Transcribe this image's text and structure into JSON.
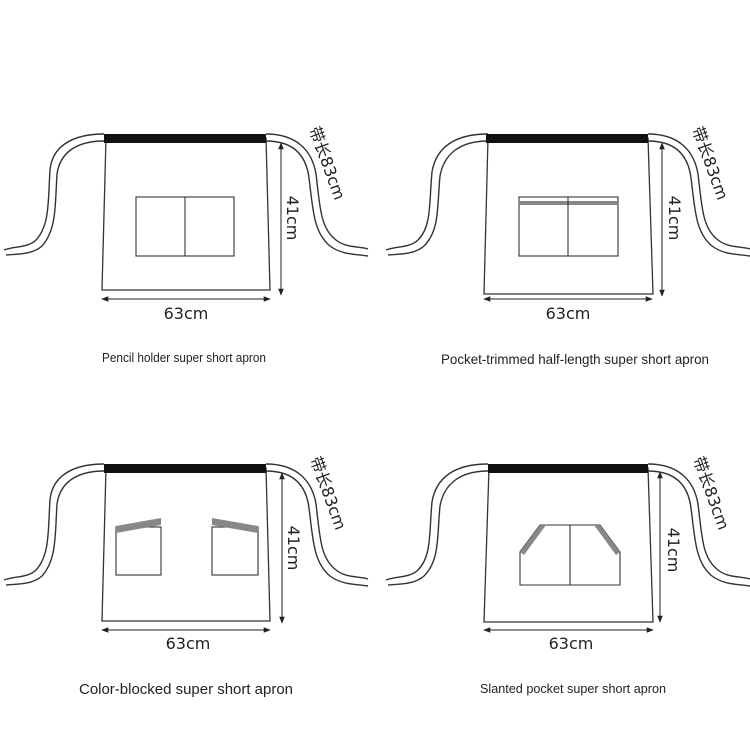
{
  "aprons": [
    {
      "variant": "pencil-holder",
      "caption": "Pencil holder super short apron",
      "width_label": "63cm",
      "height_label": "41cm",
      "strap_label": "带长83cm"
    },
    {
      "variant": "pocket-trimmed",
      "caption": "Pocket-trimmed half-length super short apron",
      "width_label": "63cm",
      "height_label": "41cm",
      "strap_label": "带长83cm"
    },
    {
      "variant": "color-blocked",
      "caption": "Color-blocked super short apron",
      "width_label": "63cm",
      "height_label": "41cm",
      "strap_label": "带长83cm"
    },
    {
      "variant": "slanted-pocket",
      "caption": "Slanted pocket super short apron",
      "width_label": "63cm",
      "height_label": "41cm",
      "strap_label": "带长83cm"
    }
  ],
  "colors": {
    "outline": "#333333",
    "waistband": "#111111",
    "trim": "#888888",
    "background": "#ffffff"
  }
}
